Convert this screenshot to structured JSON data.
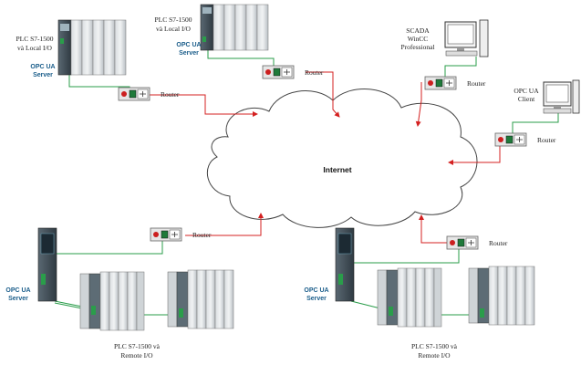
{
  "cloud_label": "Internet",
  "router_label": "Router",
  "opc_server_line1": "OPC UA",
  "opc_server_line2": "Server",
  "plc_top_left": [
    "PLC S7-1500",
    "và Local I/O"
  ],
  "plc_top_center": [
    "PLC S7-1500",
    "và Local I/O"
  ],
  "scada_label": [
    "SCADA",
    "WinCC",
    "Professional"
  ],
  "client_label": [
    "OPC UA",
    "Client"
  ],
  "plc_bottom_left": [
    "PLC S7-1500 và",
    "Remote I/O"
  ],
  "plc_bottom_right": [
    "PLC S7-1500 và",
    "Remote I/O"
  ],
  "colors": {
    "wan_link": "#d42020",
    "lan_link": "#2a9d4a",
    "cloud_stroke": "#444444"
  }
}
